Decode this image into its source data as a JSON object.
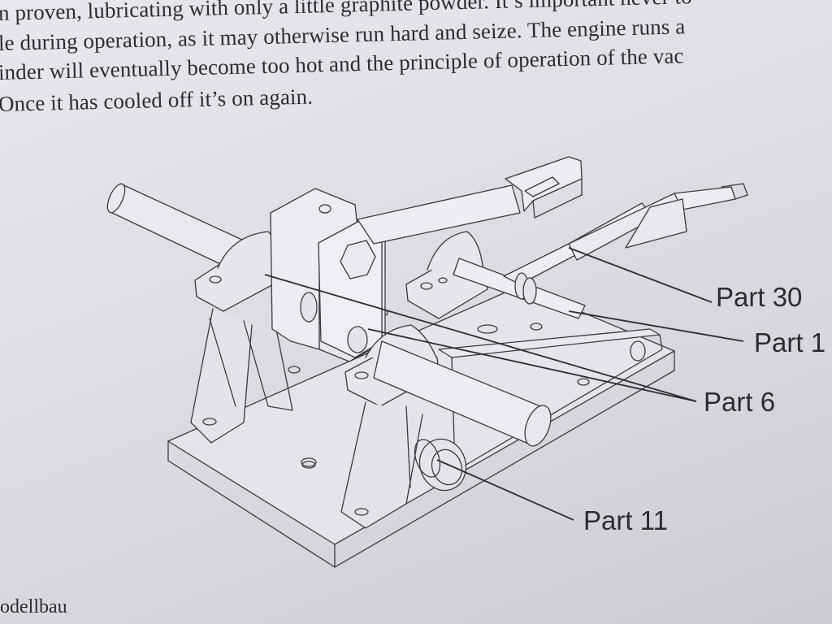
{
  "document": {
    "paragraph_lines": [
      "n proven, lubricating with only a little graphite powder. It’s important never to",
      "le during operation, as it may otherwise run hard and seize. The engine runs a",
      "inder will eventually become too hot and the principle of operation of the vac",
      "Once it has cooled off it’s on again."
    ],
    "footer": "odellbau"
  },
  "diagram": {
    "callouts": [
      {
        "id": "part-30",
        "label": "Part 30"
      },
      {
        "id": "part-1x",
        "label": "Part 1"
      },
      {
        "id": "part-6",
        "label": "Part 6"
      },
      {
        "id": "part-11",
        "label": "Part 11"
      }
    ]
  },
  "colors": {
    "ink": "#2e2c33",
    "line": "#3a3940",
    "paper": "#e2e3e9"
  }
}
